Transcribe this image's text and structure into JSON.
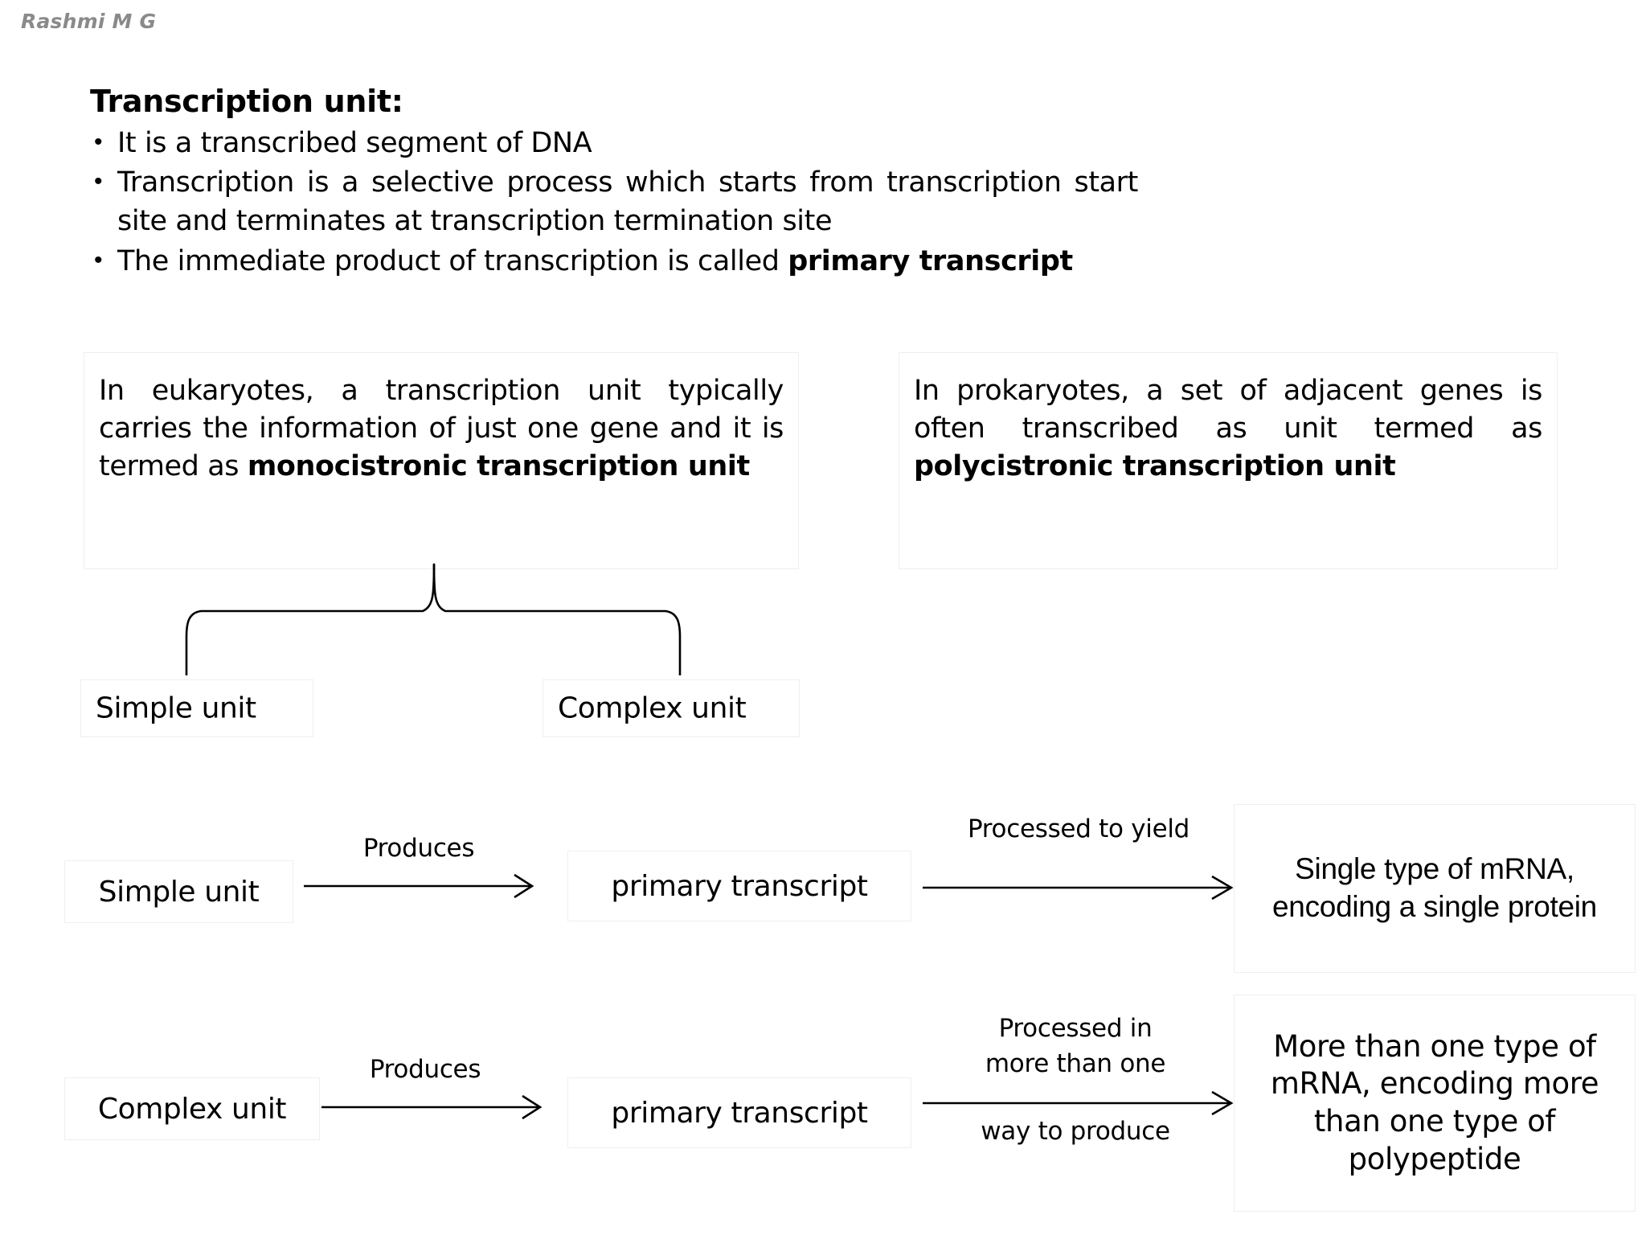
{
  "author": "Rashmi M G",
  "slide": {
    "title": "Transcription unit:",
    "bullets": [
      {
        "marker": "•",
        "text": "It is a transcribed segment of DNA"
      },
      {
        "marker": "•",
        "text": "Transcription is a selective process which starts from transcription start site and terminates at transcription termination site"
      },
      {
        "marker": "•",
        "text_before": "The immediate product of transcription is called ",
        "bold": "primary transcript"
      }
    ]
  },
  "comparison": {
    "eukaryote": {
      "text": "In eukaryotes, a transcription unit typically carries the information of just one gene and it is termed as ",
      "bold": "monocistronic transcription unit"
    },
    "prokaryote": {
      "text": "In prokaryotes, a set of adjacent genes is often transcribed as unit termed as ",
      "bold": "polycistronic transcription unit"
    }
  },
  "categories": {
    "simple": "Simple unit",
    "complex": "Complex unit"
  },
  "flow": {
    "rows": [
      {
        "source": "Simple unit",
        "arrow1_label": "Produces",
        "middle": "primary transcript",
        "arrow2_label": "Processed to yield",
        "result": "Single type of mRNA, encoding a single protein"
      },
      {
        "source": "Complex unit",
        "arrow1_label": "Produces",
        "middle": "primary transcript",
        "arrow2_label_line1": "Processed in",
        "arrow2_label_line2": "more than one",
        "arrow2_label_line3": "way to produce",
        "result": "More than one type of mRNA, encoding more than one type of polypeptide"
      }
    ]
  },
  "colors": {
    "text": "#000000",
    "author": "#8a8a8a",
    "box_border": "#efefec",
    "background": "#ffffff"
  }
}
